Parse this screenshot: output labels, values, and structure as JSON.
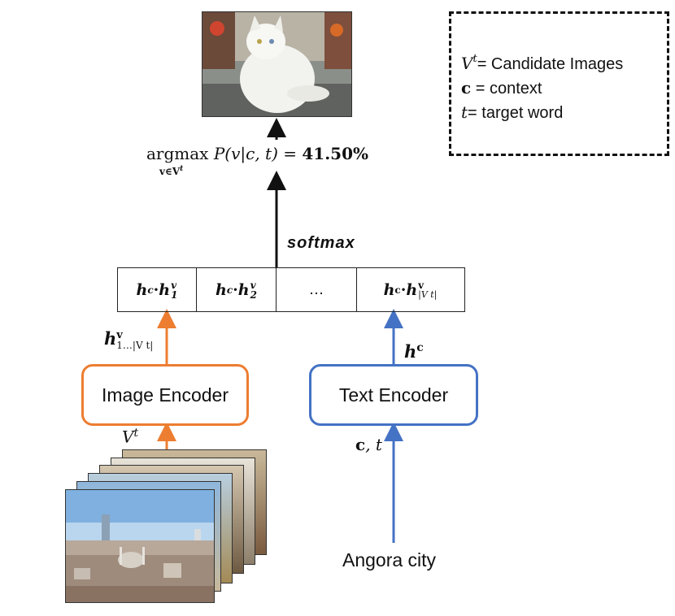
{
  "legend": {
    "items": [
      {
        "symbol": "V",
        "sup": "t",
        "text": "= Candidate Images"
      },
      {
        "symbol": "c",
        "sup": "",
        "text": " = context"
      },
      {
        "symbol": "t",
        "sup": "",
        "text": "= target word"
      }
    ]
  },
  "output": {
    "argmax": "argmax",
    "prob_expr": "P(v|c, t) = ",
    "prob_value": "41.50%",
    "argmax_sub": "v∈V",
    "argmax_sub_sup": "t"
  },
  "softmax_label": "softmax",
  "score_cells": [
    {
      "lhs": "h",
      "lhs_sup": "c",
      "op": " · ",
      "rhs": "h",
      "rhs_sup": "v",
      "rhs_sub": "1"
    },
    {
      "lhs": "h",
      "lhs_sup": "c",
      "op": " · ",
      "rhs": "h",
      "rhs_sup": "v",
      "rhs_sub": "2"
    },
    {
      "text": "…"
    },
    {
      "lhs": "h",
      "lhs_sup": "c",
      "op": " · ",
      "rhs": "h",
      "rhs_sup": "v",
      "rhs_sub": "|V t|"
    }
  ],
  "image_encoder": {
    "label": "Image Encoder",
    "color": "#ED7D31"
  },
  "text_encoder": {
    "label": "Text Encoder",
    "color": "#4472C4"
  },
  "image_features_label": {
    "base": "h",
    "sup": "v",
    "sub": "1…|V t|"
  },
  "text_features_label": {
    "base": "h",
    "sup": "c"
  },
  "candidates_label": {
    "base": "V",
    "sup": "t"
  },
  "text_input_label": "c, t",
  "query_text": "Angora city"
}
